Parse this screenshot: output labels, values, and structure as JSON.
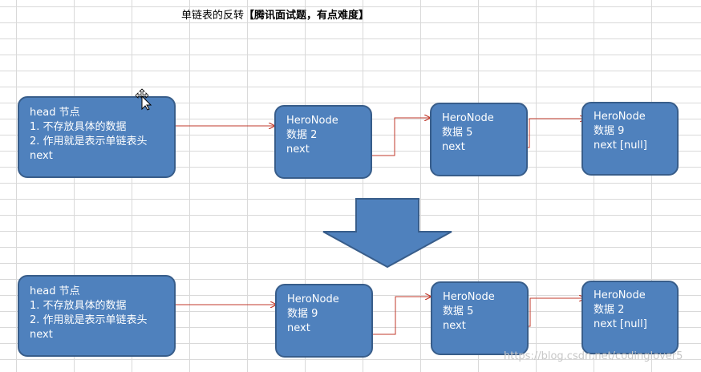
{
  "title": {
    "main": "单链表的反转",
    "note": "【腾讯面试题，有点难度】"
  },
  "head_node": {
    "label": "head 节点",
    "desc1": "1. 不存放具体的数据",
    "desc2": "2. 作用就是表示单链表头",
    "next": "next"
  },
  "before": {
    "nodes": [
      {
        "name": "HeroNode",
        "data": "数据 2",
        "next": "next"
      },
      {
        "name": "HeroNode",
        "data": "数据 5",
        "next": "next"
      },
      {
        "name": "HeroNode",
        "data": "数据 9",
        "next": "next [null]"
      }
    ]
  },
  "after": {
    "nodes": [
      {
        "name": "HeroNode",
        "data": "数据 9",
        "next": "next"
      },
      {
        "name": "HeroNode",
        "data": "数据 5",
        "next": "next"
      },
      {
        "name": "HeroNode",
        "data": "数据 2",
        "next": "next [null]"
      }
    ]
  },
  "watermark": "https://blog.csdn.net/codinglover5",
  "colors": {
    "node_fill": "#4f81bd",
    "node_border": "#385d8a",
    "link": "#c0392b",
    "grid": "#d9d9d9"
  }
}
